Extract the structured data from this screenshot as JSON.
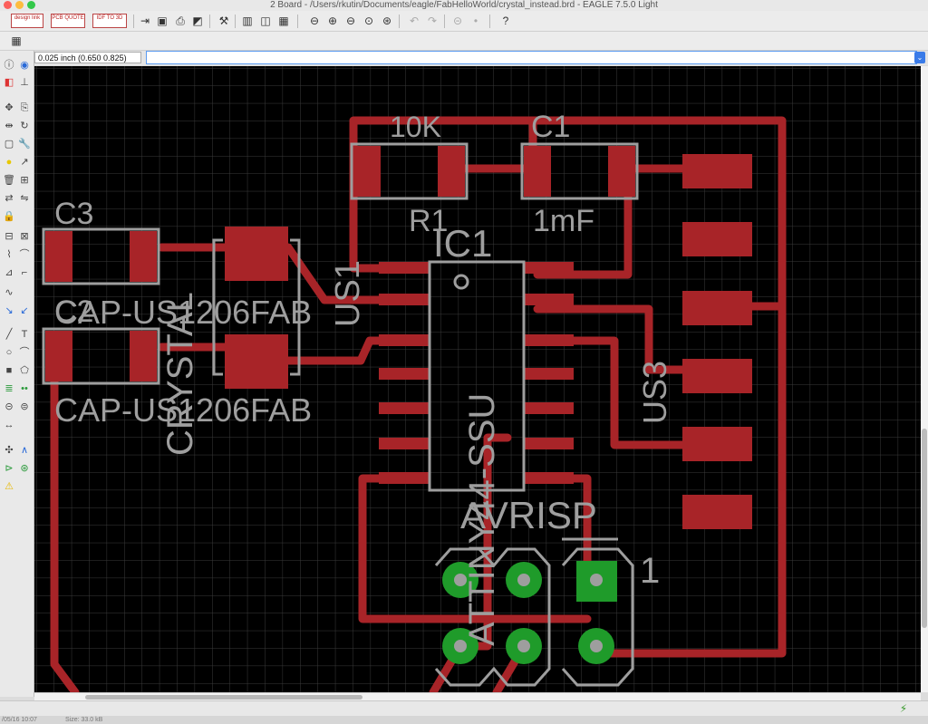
{
  "window": {
    "title": "2 Board - /Users/rkutin/Documents/eagle/FabHelloWorld/crystal_instead.brd - EAGLE 7.5.0 Light"
  },
  "toolbar": {
    "design_link_label": "design link",
    "pcb_quote_label": "PCB QUOTE",
    "idf_label": "IDF TO 3D"
  },
  "command": {
    "coordinate": "0.025 inch (0.650 0.825)",
    "input_value": ""
  },
  "board": {
    "labels": {
      "r1_value": "10K",
      "r1_name": "R1",
      "c1_name": "C1",
      "c1_value": "1mF",
      "c3_name": "C3",
      "c3_value": "CAP-US1206FAB",
      "c2_name": "C2",
      "c2_value": "CAP-US1206FAB",
      "crystal": "CRYSTAL",
      "us1": "US1",
      "ic1": "IC1",
      "ic_value": "ATTINY44-SSU",
      "us3": "US3",
      "avrisp": "AVRISP",
      "pin1": "1"
    },
    "colors": {
      "background": "#000000",
      "grid": "#3a3a3a",
      "copper": "#a82428",
      "silk": "#9e9e9e",
      "pad": "#1f9b2a"
    }
  },
  "status": {
    "bottom_left": "/05/16 10:07",
    "bottom_size": "Size: 33.0 kB"
  }
}
